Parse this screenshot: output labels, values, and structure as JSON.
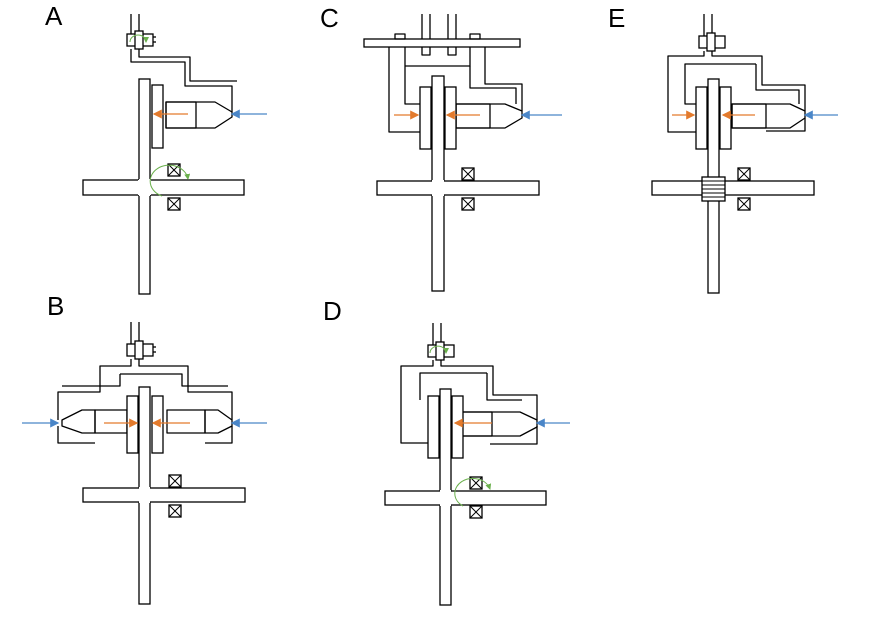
{
  "panels": [
    {
      "id": "A",
      "label": "A"
    },
    {
      "id": "B",
      "label": "B"
    },
    {
      "id": "C",
      "label": "C"
    },
    {
      "id": "D",
      "label": "D"
    },
    {
      "id": "E",
      "label": "E"
    }
  ],
  "colors": {
    "line": "#000000",
    "input_arrow": "#4a86c8",
    "force_arrow": "#e37a2c",
    "rotation_indicator": "#6ab04c"
  }
}
